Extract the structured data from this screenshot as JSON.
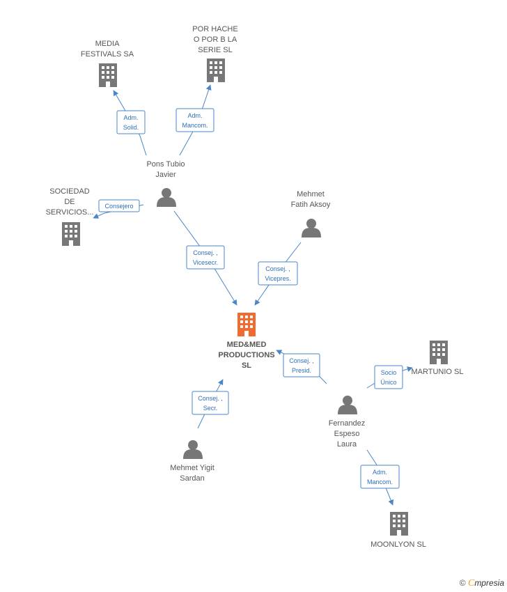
{
  "colors": {
    "company": "#777777",
    "center": "#f26a30",
    "person": "#777777",
    "edge": "#4a86c8"
  },
  "nodes": [
    {
      "id": "media",
      "type": "company",
      "lines": [
        "MEDIA",
        "FESTIVALS SA"
      ]
    },
    {
      "id": "porhache",
      "type": "company",
      "lines": [
        "POR HACHE",
        "O POR B LA",
        "SERIE  SL"
      ]
    },
    {
      "id": "pons",
      "type": "person",
      "lines": [
        "Pons Tubio",
        "Javier"
      ]
    },
    {
      "id": "sociedad",
      "type": "company",
      "lines": [
        "SOCIEDAD",
        "DE",
        "SERVICIOS..."
      ]
    },
    {
      "id": "mehmetf",
      "type": "person",
      "lines": [
        "Mehmet",
        "Fatih Aksoy"
      ]
    },
    {
      "id": "medmed",
      "type": "center",
      "lines": [
        "MED&MED",
        "PRODUCTIONS",
        "SL"
      ]
    },
    {
      "id": "martunio",
      "type": "company",
      "lines": [
        "MARTUNIO  SL"
      ]
    },
    {
      "id": "fernandez",
      "type": "person",
      "lines": [
        "Fernandez",
        "Espeso",
        "Laura"
      ]
    },
    {
      "id": "mehmety",
      "type": "person",
      "lines": [
        "Mehmet Yigit",
        "Sardan"
      ]
    },
    {
      "id": "moonlyon",
      "type": "company",
      "lines": [
        "MOONLYON  SL"
      ]
    }
  ],
  "edges": [
    {
      "id": "pons-media",
      "lines": [
        "Adm.",
        "Solid."
      ]
    },
    {
      "id": "pons-porhache",
      "lines": [
        "Adm.",
        "Mancom."
      ]
    },
    {
      "id": "pons-sociedad",
      "lines": [
        "Consejero"
      ]
    },
    {
      "id": "pons-medmed",
      "lines": [
        "Consej. ,",
        "Vicesecr."
      ]
    },
    {
      "id": "mehmetf-medmed",
      "lines": [
        "Consej. ,",
        "Vicepres."
      ]
    },
    {
      "id": "fernandez-medmed",
      "lines": [
        "Consej. ,",
        "Presid."
      ]
    },
    {
      "id": "fernandez-martunio",
      "lines": [
        "Socio",
        "Único"
      ]
    },
    {
      "id": "mehmety-medmed",
      "lines": [
        "Consej. ,",
        "Secr."
      ]
    },
    {
      "id": "fernandez-moonlyon",
      "lines": [
        "Adm.",
        "Mancom."
      ]
    }
  ],
  "footer": {
    "copyright": "©",
    "brand_initial": "C",
    "brand_rest": "mpresia"
  }
}
